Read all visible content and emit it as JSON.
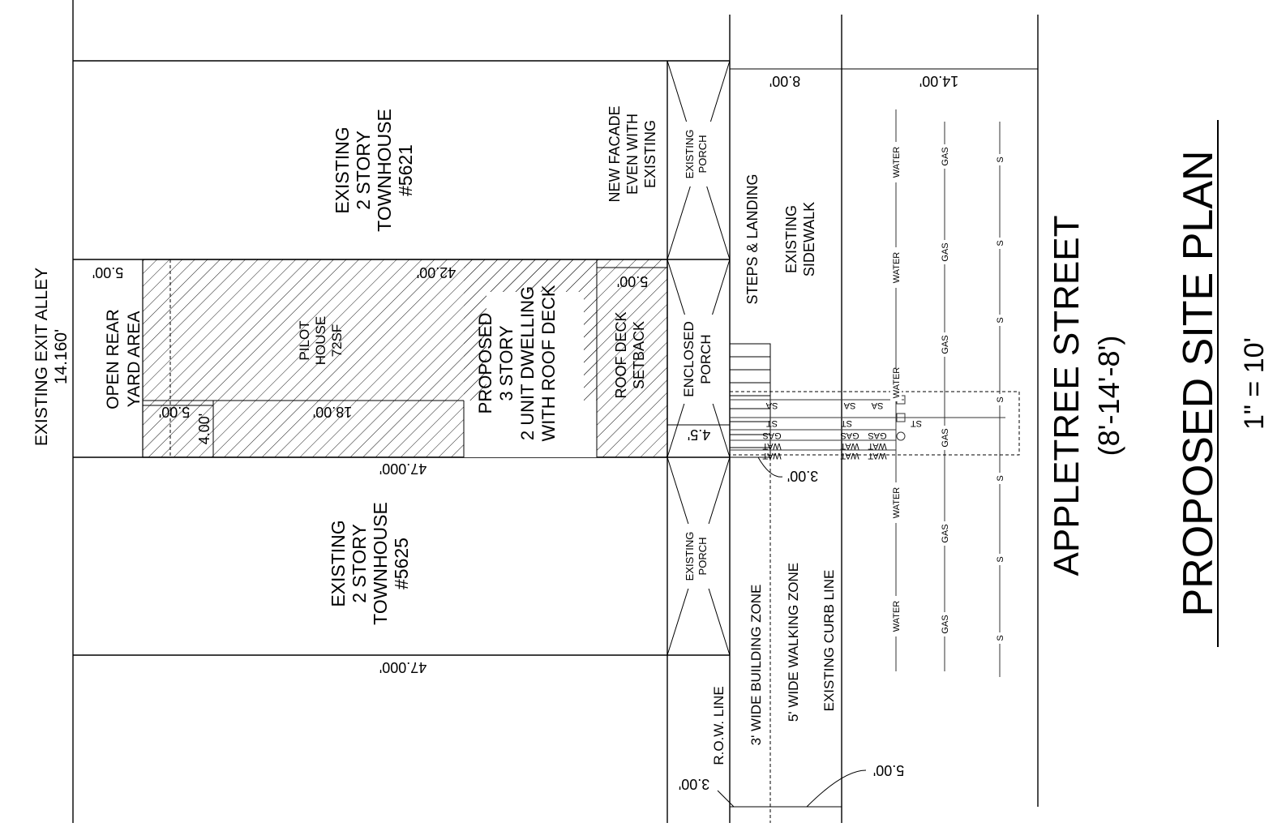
{
  "title": "PROPOSED SITE PLAN",
  "scale": "1\" = 10'",
  "street": {
    "name": "APPLETREE STREET",
    "widths": "(8'-14'-8')"
  },
  "alley": {
    "name": "EXISTING EXIT ALLEY",
    "width": "14.160'"
  },
  "townhouse_north": {
    "l1": "EXISTING",
    "l2": "2 STORY",
    "l3": "TOWNHOUSE",
    "l4": "#5621"
  },
  "townhouse_south": {
    "l1": "EXISTING",
    "l2": "2 STORY",
    "l3": "TOWNHOUSE",
    "l4": "#5625"
  },
  "proposed": {
    "l1": "PROPOSED",
    "l2": "3 STORY",
    "l3": "2 UNIT DWELLING",
    "l4": "WITH ROOF DECK"
  },
  "pilot_house": {
    "l1": "PILOT",
    "l2": "HOUSE",
    "l3": "72SF"
  },
  "rear_yard": {
    "l1": "OPEN REAR",
    "l2": "YARD AREA"
  },
  "roof_deck": {
    "l1": "ROOF DECK",
    "l2": "SETBACK"
  },
  "facade_note": {
    "l1": "NEW FACADE",
    "l2": "EVEN WITH",
    "l3": "EXISTING"
  },
  "porch_existing": {
    "l1": "EXISTING",
    "l2": "PORCH"
  },
  "porch_enclosed": {
    "l1": "ENCLOSED",
    "l2": "PORCH"
  },
  "steps": "STEPS & LANDING",
  "sidewalk": {
    "l1": "EXISTING",
    "l2": "SIDEWALK"
  },
  "zones": {
    "row": "R.O.W. LINE",
    "building": "3' WIDE BUILDING ZONE",
    "walking": "5' WIDE WALKING ZONE",
    "curb": "EXISTING CURB LINE"
  },
  "dims": {
    "d_5_top": "5.00'",
    "d_42": "42.00'",
    "d_5_deck": "5.00'",
    "d_5_pilot": "5.00'",
    "d_18": "18.00'",
    "d_4": "4.00'",
    "d_4_5": "4.5'",
    "d_47_a": "47.000'",
    "d_47_b": "47.000'",
    "d_8": "8.00'",
    "d_14": "14.00'",
    "d_3_a": "3.00'",
    "d_3_b": "3.00'",
    "d_5_walk": "5.00'"
  },
  "utilities": {
    "water": "WATER",
    "gas": "GAS",
    "sewer": "S"
  },
  "laterals": {
    "sa": "SA",
    "st": "ST",
    "gas": "GAS",
    "wat": "WAT"
  }
}
